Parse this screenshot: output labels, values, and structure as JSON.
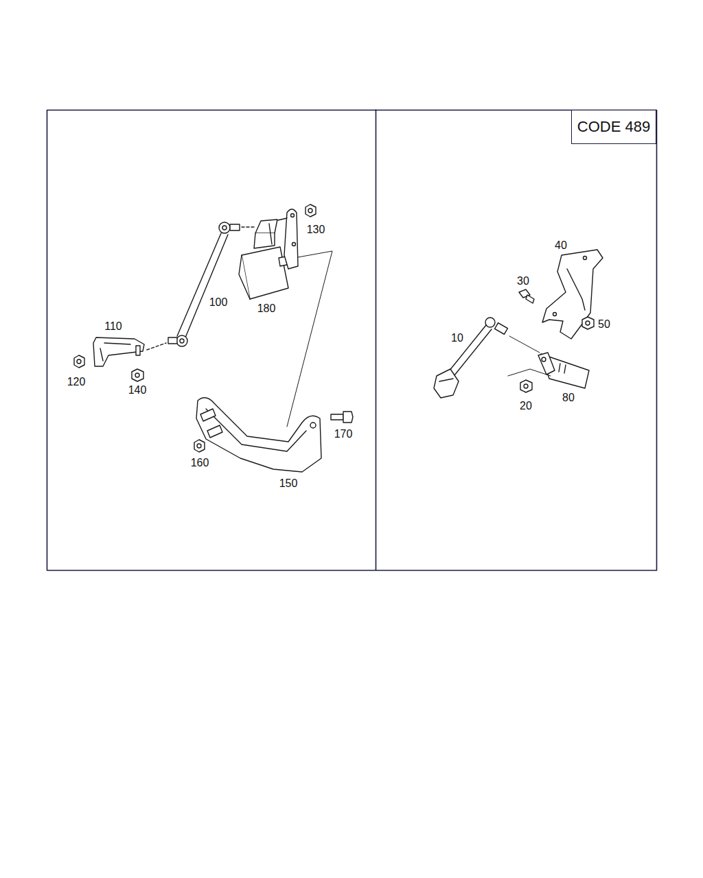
{
  "diagram": {
    "nodes": [
      {
        "text": [
          "CODE 489"
        ]
      }
    ],
    "labels": [
      "130",
      "100",
      "180",
      "110",
      "120",
      "140",
      "170",
      "160",
      "150",
      "40",
      "30",
      "50",
      "10",
      "80",
      "20"
    ]
  }
}
